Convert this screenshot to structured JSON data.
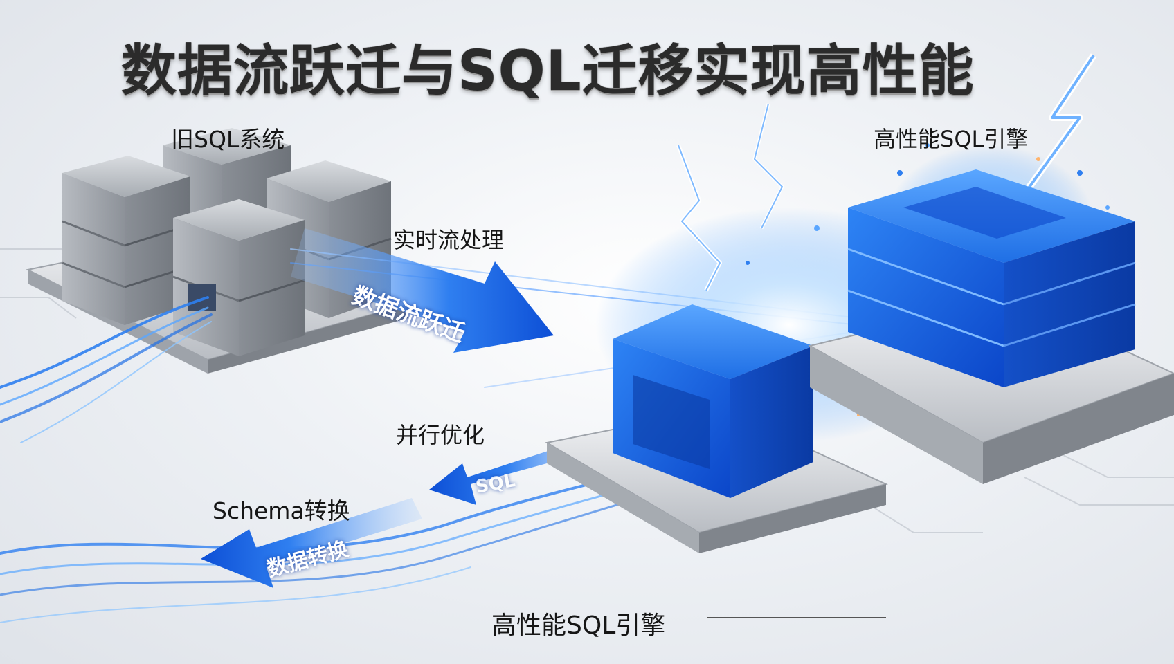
{
  "title": "数据流跃迁与SQL迁移实现高性能",
  "labels": {
    "legacy_system": "旧SQL系统",
    "engine_top": "高性能SQL引擎",
    "realtime": "实时流处理",
    "parallel": "并行优化",
    "schema": "Schema转换",
    "engine_bottom": "高性能SQL引擎"
  },
  "arrows": {
    "flow_jump": "数据流跃迁",
    "data_convert": "数据转换",
    "sql": "SQL"
  },
  "colors": {
    "accent_blue": "#1f6fe5",
    "deep_blue": "#0b46c9",
    "metal": "#9ea3aa",
    "text": "#161616"
  }
}
